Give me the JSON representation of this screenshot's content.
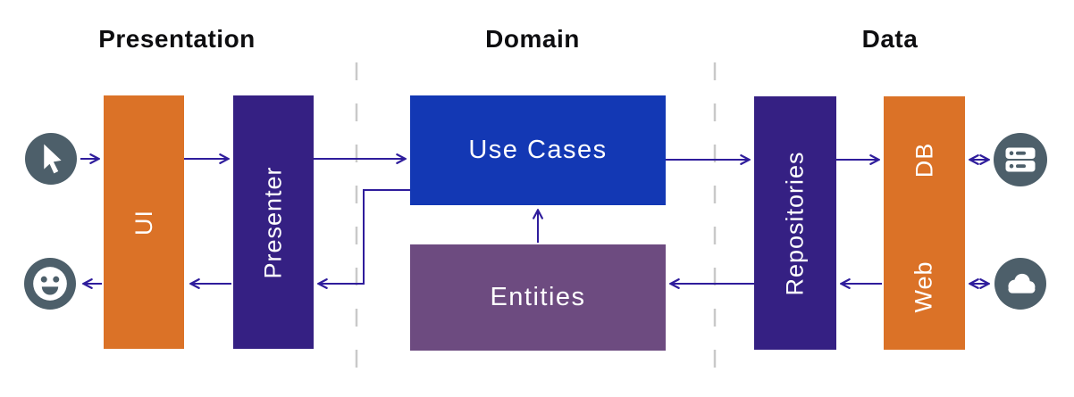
{
  "headers": {
    "presentation": "Presentation",
    "domain": "Domain",
    "data": "Data"
  },
  "nodes": {
    "ui": "UI",
    "presenter": "Presenter",
    "use_cases": "Use Cases",
    "entities": "Entities",
    "repositories": "Repositories",
    "db": "DB",
    "web": "Web"
  },
  "icons": {
    "input": "cursor-icon",
    "output": "smiley-icon",
    "database": "server-icon",
    "network": "cloud-icon"
  },
  "connections": [
    {
      "from": "cursor-icon",
      "to": "ui",
      "direction": "right"
    },
    {
      "from": "ui",
      "to": "presenter",
      "direction": "right"
    },
    {
      "from": "presenter",
      "to": "use_cases",
      "direction": "right"
    },
    {
      "from": "use_cases",
      "to": "presenter",
      "direction": "left-elbow"
    },
    {
      "from": "presenter",
      "to": "ui",
      "direction": "left"
    },
    {
      "from": "ui",
      "to": "smiley-icon",
      "direction": "left"
    },
    {
      "from": "entities",
      "to": "use_cases",
      "direction": "up"
    },
    {
      "from": "use_cases",
      "to": "repositories",
      "direction": "right"
    },
    {
      "from": "repositories",
      "to": "entities",
      "direction": "left"
    },
    {
      "from": "repositories",
      "to": "db",
      "direction": "right"
    },
    {
      "from": "web",
      "to": "repositories",
      "direction": "left"
    },
    {
      "from": "db",
      "to": "server-icon",
      "direction": "both"
    },
    {
      "from": "web",
      "to": "cloud-icon",
      "direction": "both"
    }
  ],
  "colors": {
    "orange": "#db7227",
    "indigo_box": "#352083",
    "blue_box": "#1338b4",
    "muted_purple_box": "#6d4b80",
    "arrow": "#2f1d9c",
    "icon_slate": "#4d5f6a",
    "divider": "#c9c9c9",
    "heading_text": "#0e0e10",
    "box_text": "#ffffff"
  }
}
